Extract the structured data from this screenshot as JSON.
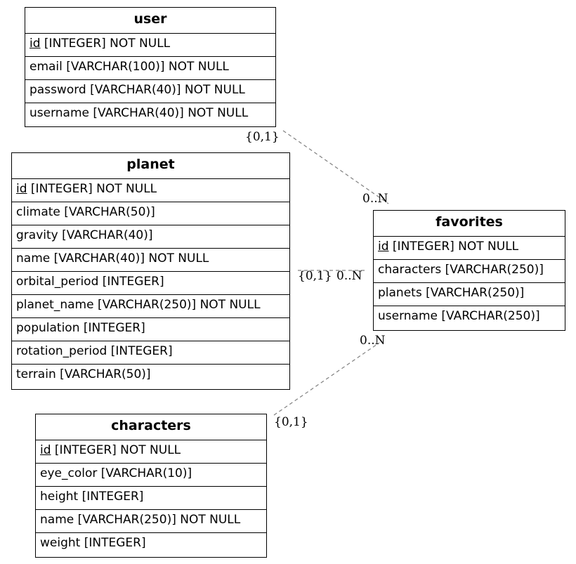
{
  "entities": {
    "user": {
      "title": "user",
      "attrs": [
        {
          "name": "id",
          "type": " [INTEGER] NOT NULL"
        },
        {
          "name": "email",
          "type": " [VARCHAR(100)] NOT NULL"
        },
        {
          "name": "password",
          "type": " [VARCHAR(40)] NOT NULL"
        },
        {
          "name": "username",
          "type": " [VARCHAR(40)] NOT NULL"
        }
      ]
    },
    "planet": {
      "title": "planet",
      "attrs": [
        {
          "name": "id",
          "type": " [INTEGER] NOT NULL"
        },
        {
          "name": "climate",
          "type": " [VARCHAR(50)]"
        },
        {
          "name": "gravity",
          "type": " [VARCHAR(40)]"
        },
        {
          "name": "name",
          "type": " [VARCHAR(40)] NOT NULL"
        },
        {
          "name": "orbital_period",
          "type": " [INTEGER]"
        },
        {
          "name": "planet_name",
          "type": " [VARCHAR(250)] NOT NULL"
        },
        {
          "name": "population",
          "type": " [INTEGER]"
        },
        {
          "name": "rotation_period",
          "type": " [INTEGER]"
        },
        {
          "name": "terrain",
          "type": " [VARCHAR(50)]"
        }
      ]
    },
    "favorites": {
      "title": "favorites",
      "attrs": [
        {
          "name": "id",
          "type": " [INTEGER] NOT NULL"
        },
        {
          "name": "characters",
          "type": " [VARCHAR(250)]"
        },
        {
          "name": "planets",
          "type": " [VARCHAR(250)]"
        },
        {
          "name": "username",
          "type": " [VARCHAR(250)]"
        }
      ]
    },
    "characters": {
      "title": "characters",
      "attrs": [
        {
          "name": "id",
          "type": " [INTEGER] NOT NULL"
        },
        {
          "name": "eye_color",
          "type": " [VARCHAR(10)]"
        },
        {
          "name": "height",
          "type": " [INTEGER]"
        },
        {
          "name": "name",
          "type": " [VARCHAR(250)] NOT NULL"
        },
        {
          "name": "weight",
          "type": " [INTEGER]"
        }
      ]
    }
  },
  "relations": [
    {
      "from": "user",
      "to": "favorites",
      "from_card": "{0,1}",
      "to_card": "0..N"
    },
    {
      "from": "planet",
      "to": "favorites",
      "from_card": "{0,1}",
      "to_card": "0..N"
    },
    {
      "from": "characters",
      "to": "favorites",
      "from_card": "{0,1}",
      "to_card": "0..N"
    }
  ],
  "colors": {
    "edge": "#808080",
    "border": "#000000",
    "background": "#ffffff"
  }
}
